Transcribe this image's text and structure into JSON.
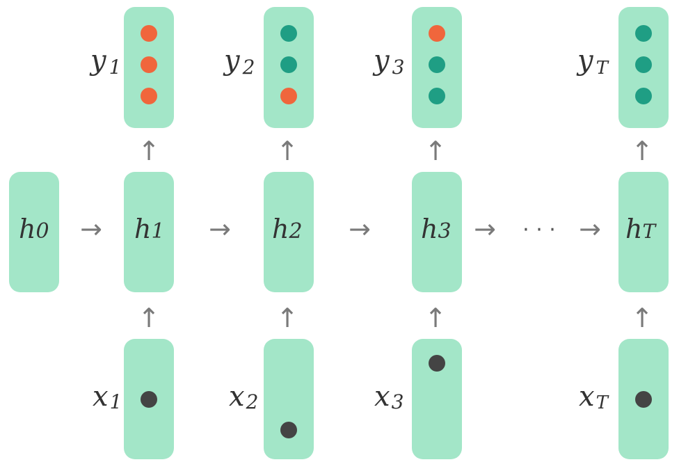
{
  "colors": {
    "box": "#a3e6c8",
    "dot_on": "#f0663c",
    "dot_off": "#1f9e84",
    "input_dot": "#444444",
    "arrow": "#7a7a7a",
    "text": "#333333"
  },
  "glyphs": {
    "right_arrow": "→",
    "up_arrow": "↑",
    "ellipsis": "· · ·"
  },
  "initial_state": {
    "label": "h",
    "index": "0"
  },
  "steps": [
    {
      "h_label": "h",
      "h_index": "1",
      "x_label": "x",
      "x_index": "1",
      "y_label": "y",
      "y_index": "1",
      "output_dots": [
        "on",
        "on",
        "on"
      ],
      "input_dot_row": 1
    },
    {
      "h_label": "h",
      "h_index": "2",
      "x_label": "x",
      "x_index": "2",
      "y_label": "y",
      "y_index": "2",
      "output_dots": [
        "off",
        "off",
        "on"
      ],
      "input_dot_row": 2
    },
    {
      "h_label": "h",
      "h_index": "3",
      "x_label": "x",
      "x_index": "3",
      "y_label": "y",
      "y_index": "3",
      "output_dots": [
        "on",
        "off",
        "off"
      ],
      "input_dot_row": 0
    },
    {
      "h_label": "h",
      "h_index": "T",
      "x_label": "x",
      "x_index": "T",
      "y_label": "y",
      "y_index": "T",
      "output_dots": [
        "off",
        "off",
        "off"
      ],
      "input_dot_row": 1
    }
  ]
}
